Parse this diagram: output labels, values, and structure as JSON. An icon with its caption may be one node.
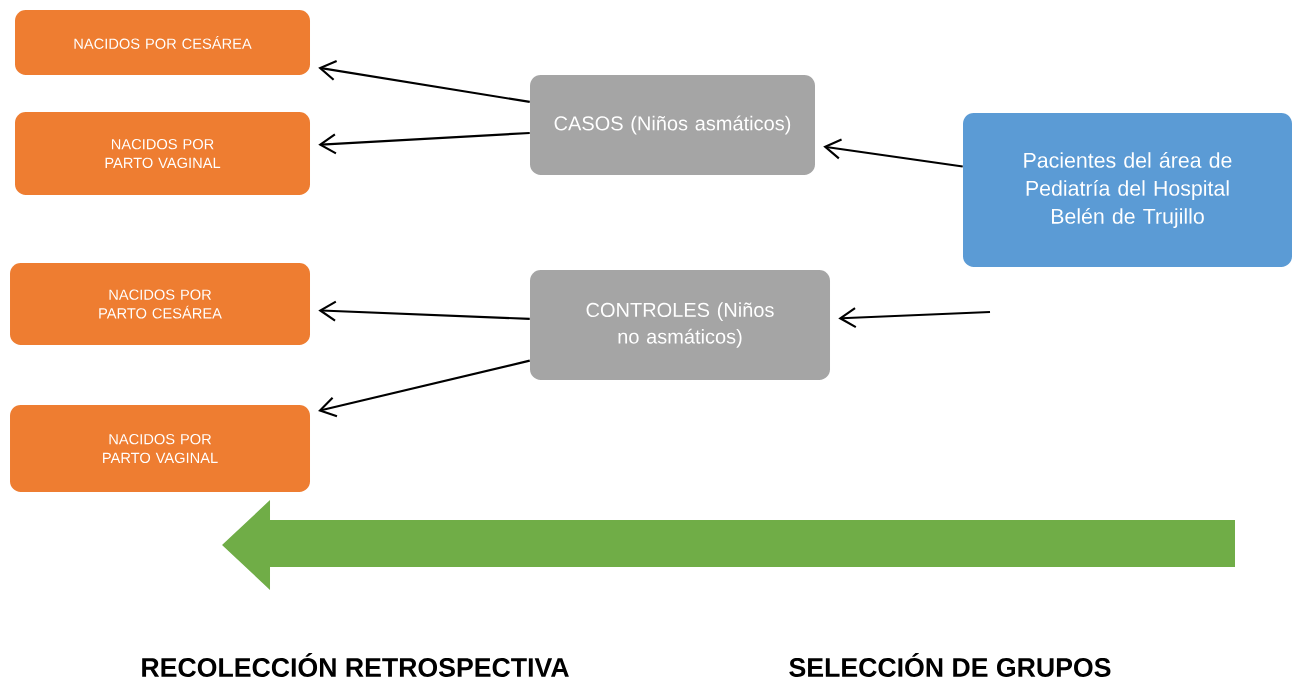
{
  "diagram": {
    "nodes": [
      {
        "text": [
          "NACIDOS POR CESÁREA"
        ]
      },
      {
        "text": [
          "NACIDOS POR PARTO VAGINAL"
        ]
      },
      {
        "text": [
          "NACIDOS POR PARTO CESÁREA"
        ]
      },
      {
        "text": [
          "NACIDOS POR PARTO VAGINAL"
        ]
      },
      {
        "text": [
          "CASOS (Niños asmáticos)"
        ]
      },
      {
        "text": [
          "CONTROLES (Niños no asmáticos)"
        ]
      },
      {
        "text": [
          "Pacientes del área de Pediatría del Hospital Belén de Trujillo"
        ]
      }
    ],
    "edges": [
      {
        "from": 4,
        "to": 0,
        "arrow": "to"
      },
      {
        "from": 4,
        "to": 1,
        "arrow": "to"
      },
      {
        "from": 5,
        "to": 2,
        "arrow": "to"
      },
      {
        "from": 5,
        "to": 3,
        "arrow": "to"
      },
      {
        "from": 6,
        "to": 4,
        "arrow": "to"
      },
      {
        "from": null,
        "to": 5,
        "arrow": "to"
      }
    ],
    "labels": [
      "RECOLECCIÓN RETROSPECTIVA",
      "SELECCIÓN DE GRUPOS"
    ]
  }
}
